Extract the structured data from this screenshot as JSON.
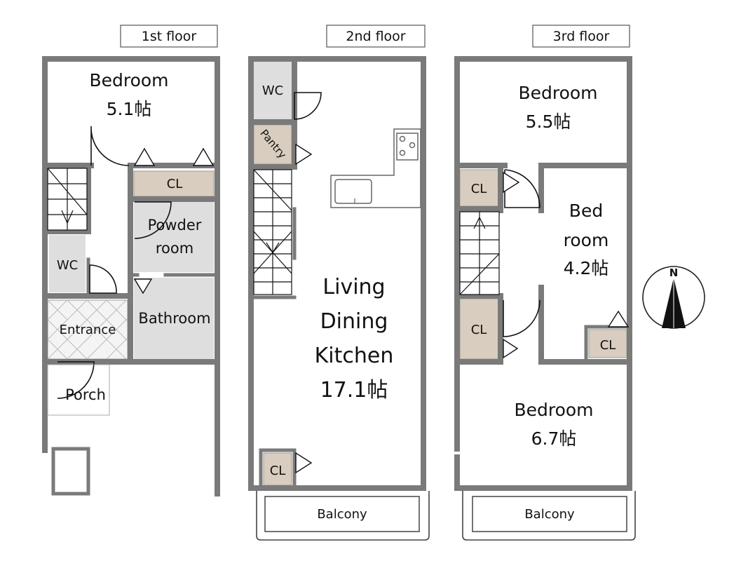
{
  "floors": {
    "first": {
      "title": "1st floor",
      "bedroom": {
        "name": "Bedroom",
        "size": "5.1帖"
      },
      "closet": "CL",
      "powder_room": [
        "Powder",
        "room"
      ],
      "wc": "WC",
      "entrance": "Entrance",
      "bathroom": "Bathroom",
      "porch": "Porch"
    },
    "second": {
      "title": "2nd floor",
      "wc": "WC",
      "pantry": "Pantry",
      "ldk": [
        "Living",
        "Dining",
        "Kitchen",
        "17.1帖"
      ],
      "closet": "CL",
      "balcony": "Balcony"
    },
    "third": {
      "title": "3rd floor",
      "bedroom_north": {
        "name": "Bedroom",
        "size": "5.5帖"
      },
      "bedroom_east": [
        "Bed",
        "room",
        "4.2帖"
      ],
      "bedroom_south": {
        "name": "Bedroom",
        "size": "6.7帖"
      },
      "closets": [
        "CL",
        "CL",
        "CL"
      ],
      "balcony": "Balcony"
    }
  },
  "compass": {
    "label": "N"
  }
}
